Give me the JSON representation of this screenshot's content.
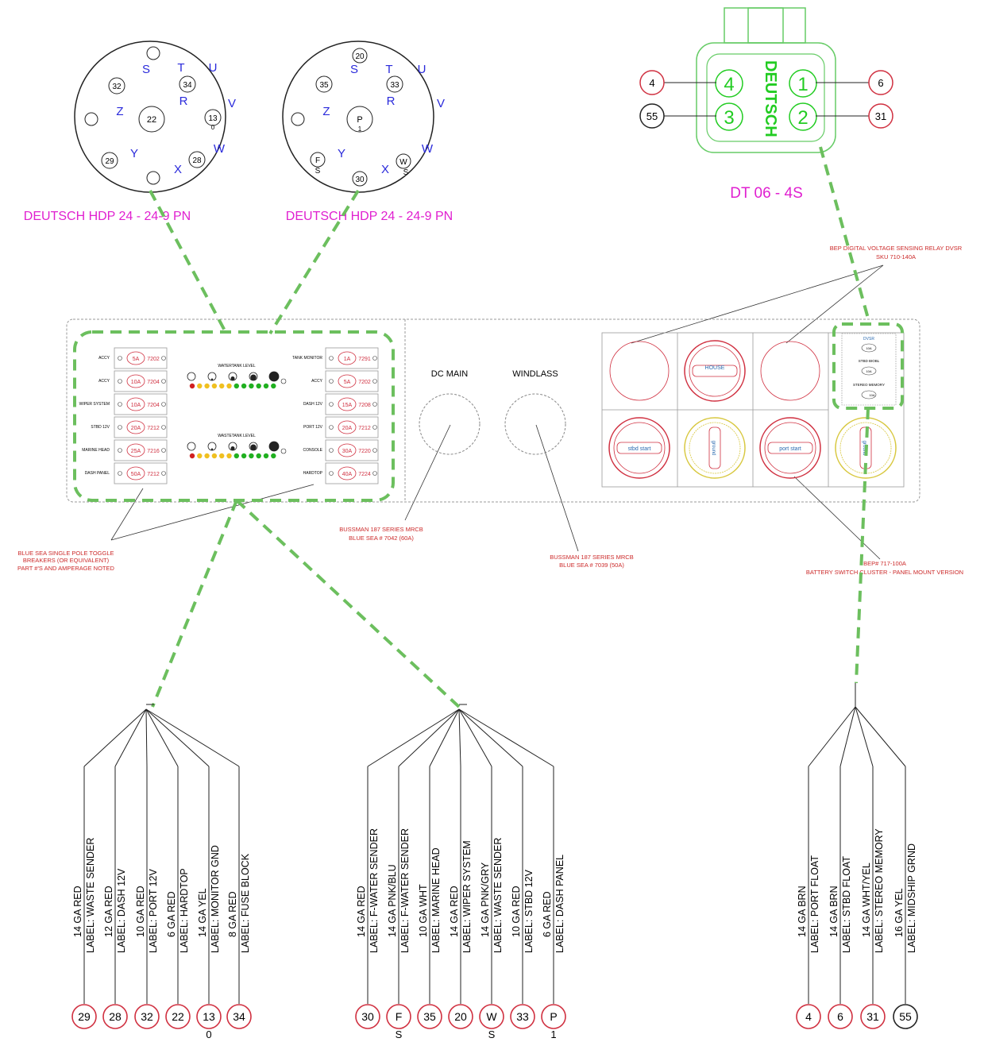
{
  "connectors": {
    "hdp_a": {
      "title": "DEUTSCH HDP 24 - 24-9 PN",
      "letters": [
        "S",
        "T",
        "U",
        "V",
        "W",
        "X",
        "Y",
        "Z",
        "R"
      ],
      "pins": [
        "32",
        "34",
        "22",
        "13",
        "28",
        "29"
      ],
      "pin_subs": {
        "13": "0"
      },
      "small_pins": [
        "hex",
        "hex",
        "hex",
        "hex"
      ]
    },
    "hdp_b": {
      "title": "DEUTSCH HDP 24 - 24-9 PN",
      "letters": [
        "S",
        "T",
        "U",
        "V",
        "W",
        "X",
        "Y",
        "Z",
        "R"
      ],
      "pins": [
        "20",
        "35",
        "33",
        "P",
        "F",
        "W",
        "30"
      ],
      "pin_subs": {
        "P": "1",
        "F": "S",
        "W": "S"
      },
      "small_pins": [
        "hex",
        "hex"
      ]
    },
    "dt": {
      "title": "DT 06 - 4S",
      "brand": "DEUTSCH",
      "pins": [
        "4",
        "1",
        "3",
        "2"
      ],
      "wires": [
        "4",
        "6",
        "55",
        "31"
      ]
    }
  },
  "panel": {
    "left_labels": [
      "ACCY",
      "ACCY",
      "WIPER SYSTEM",
      "STBD 12V",
      "MARINE HEAD",
      "DASH PANEL"
    ],
    "left_amps": [
      "5A",
      "10A",
      "10A",
      "20A",
      "25A",
      "50A"
    ],
    "left_parts": [
      "7202",
      "7204",
      "7204",
      "7212",
      "7216",
      "7212"
    ],
    "right_labels": [
      "TANK MONITOR",
      "ACCY",
      "DASH 12V",
      "PORT 12V",
      "CONSOLE",
      "HARDTOP"
    ],
    "right_amps": [
      "1A",
      "5A",
      "15A",
      "20A",
      "30A",
      "40A"
    ],
    "right_parts": [
      "7291",
      "7202",
      "7208",
      "7212",
      "7220",
      "7224"
    ],
    "water_level": "WATERTANK LEVEL",
    "waste_level": "WASTETANK LEVEL",
    "dc_main": "DC MAIN",
    "windlass": "WINDLASS",
    "switches": {
      "house": "HOUSE",
      "stbd": "stbd start",
      "port": "port start",
      "ground": "ground"
    },
    "dvsr_items": [
      "STBD BIOBL",
      "STEREO MEMORY"
    ],
    "dvsr_amps": [
      "10A",
      "10A",
      "10A"
    ],
    "dvsr_title": "DVSR"
  },
  "annotations": {
    "dvsr": [
      "BEP DIGITAL VOLTAGE SENSING RELAY DVSR",
      "SKU 710-140A"
    ],
    "breakers": [
      "BLUE SEA SINGLE POLE TOGGLE",
      "BREAKERS (OR EQUIVALENT)",
      "PART #'S AND AMPERAGE NOTED"
    ],
    "mrcb_60": [
      "BUSSMAN 187 SERIES MRCB",
      "BLUE SEA # 7042 (60A)"
    ],
    "mrcb_50": [
      "BUSSMAN 187 SERIES MRCB",
      "BLUE SEA # 7039 (50A)"
    ],
    "battery": [
      "BEP# 717-100A",
      "BATTERY SWITCH CLUSTER - PANEL MOUNT VERSION"
    ]
  },
  "harnesses": [
    {
      "wires": [
        {
          "ga": "14 GA RED",
          "label": "LABEL: WASTE SENDER",
          "pin": "29",
          "sub": "",
          "color": "red"
        },
        {
          "ga": "12 GA RED",
          "label": "LABEL: DASH 12V",
          "pin": "28",
          "sub": "",
          "color": "red"
        },
        {
          "ga": "10 GA RED",
          "label": "LABEL: PORT 12V",
          "pin": "32",
          "sub": "",
          "color": "red"
        },
        {
          "ga": "6 GA RED",
          "label": "LABEL: HARDTOP",
          "pin": "22",
          "sub": "",
          "color": "red"
        },
        {
          "ga": "14 GA YEL",
          "label": "LABEL: MONITOR GND",
          "pin": "13",
          "sub": "0",
          "color": "red"
        },
        {
          "ga": "8 GA RED",
          "label": "LABEL: FUSE BLOCK",
          "pin": "34",
          "sub": "",
          "color": "red"
        }
      ]
    },
    {
      "wires": [
        {
          "ga": "14 GA RED",
          "label": "LABEL: F-WATER SENDER",
          "pin": "30",
          "sub": "",
          "color": "red"
        },
        {
          "ga": "14 GA PNK/BLU",
          "label": "LABEL: F-WATER SENDER",
          "pin": "F",
          "sub": "S",
          "color": "red"
        },
        {
          "ga": "10 GA WHT",
          "label": "LABEL: MARINE HEAD",
          "pin": "35",
          "sub": "",
          "color": "red"
        },
        {
          "ga": "14 GA RED",
          "label": "LABEL: WIPER SYSTEM",
          "pin": "20",
          "sub": "",
          "color": "red"
        },
        {
          "ga": "14 GA PNK/GRY",
          "label": "LABEL: WASTE SENDER",
          "pin": "W",
          "sub": "S",
          "color": "red"
        },
        {
          "ga": "10 GA RED",
          "label": "LABEL: STBD 12V",
          "pin": "33",
          "sub": "",
          "color": "red"
        },
        {
          "ga": "6 GA RED",
          "label": "LABEL: DASH PANEL",
          "pin": "P",
          "sub": "1",
          "color": "red"
        }
      ]
    },
    {
      "wires": [
        {
          "ga": "14 GA BRN",
          "label": "LABEL: PORT FLOAT",
          "pin": "4",
          "sub": "",
          "color": "red"
        },
        {
          "ga": "14 GA BRN",
          "label": "LABEL: STBD FLOAT",
          "pin": "6",
          "sub": "",
          "color": "red"
        },
        {
          "ga": "14 GA WHT/YEL",
          "label": "LABEL: STEREO MEMORY",
          "pin": "31",
          "sub": "",
          "color": "red"
        },
        {
          "ga": "16 GA YEL",
          "label": "LABEL: MIDSHIP GRND",
          "pin": "55",
          "sub": "",
          "color": "black"
        }
      ]
    }
  ],
  "colors": {
    "green_dash": "#6cbf5e",
    "magenta": "#e020d0",
    "blue": "#2a2adb",
    "red_ann": "#cc2a2a",
    "dt_green": "#22cc22",
    "dt_outline": "#66cc66",
    "pin_red": "#d03040"
  }
}
